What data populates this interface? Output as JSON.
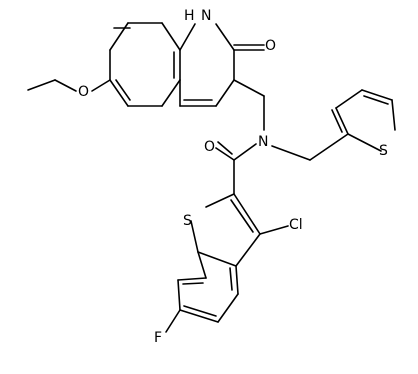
{
  "molecule": {
    "atoms": {
      "nh": "H",
      "n1": "N",
      "o_ketone": "O",
      "o_ether": "O",
      "n_amide": "N",
      "o_amide": "O",
      "s_thiophene": "S",
      "s_benzothiophene": "S",
      "cl": "Cl",
      "f": "F"
    }
  }
}
